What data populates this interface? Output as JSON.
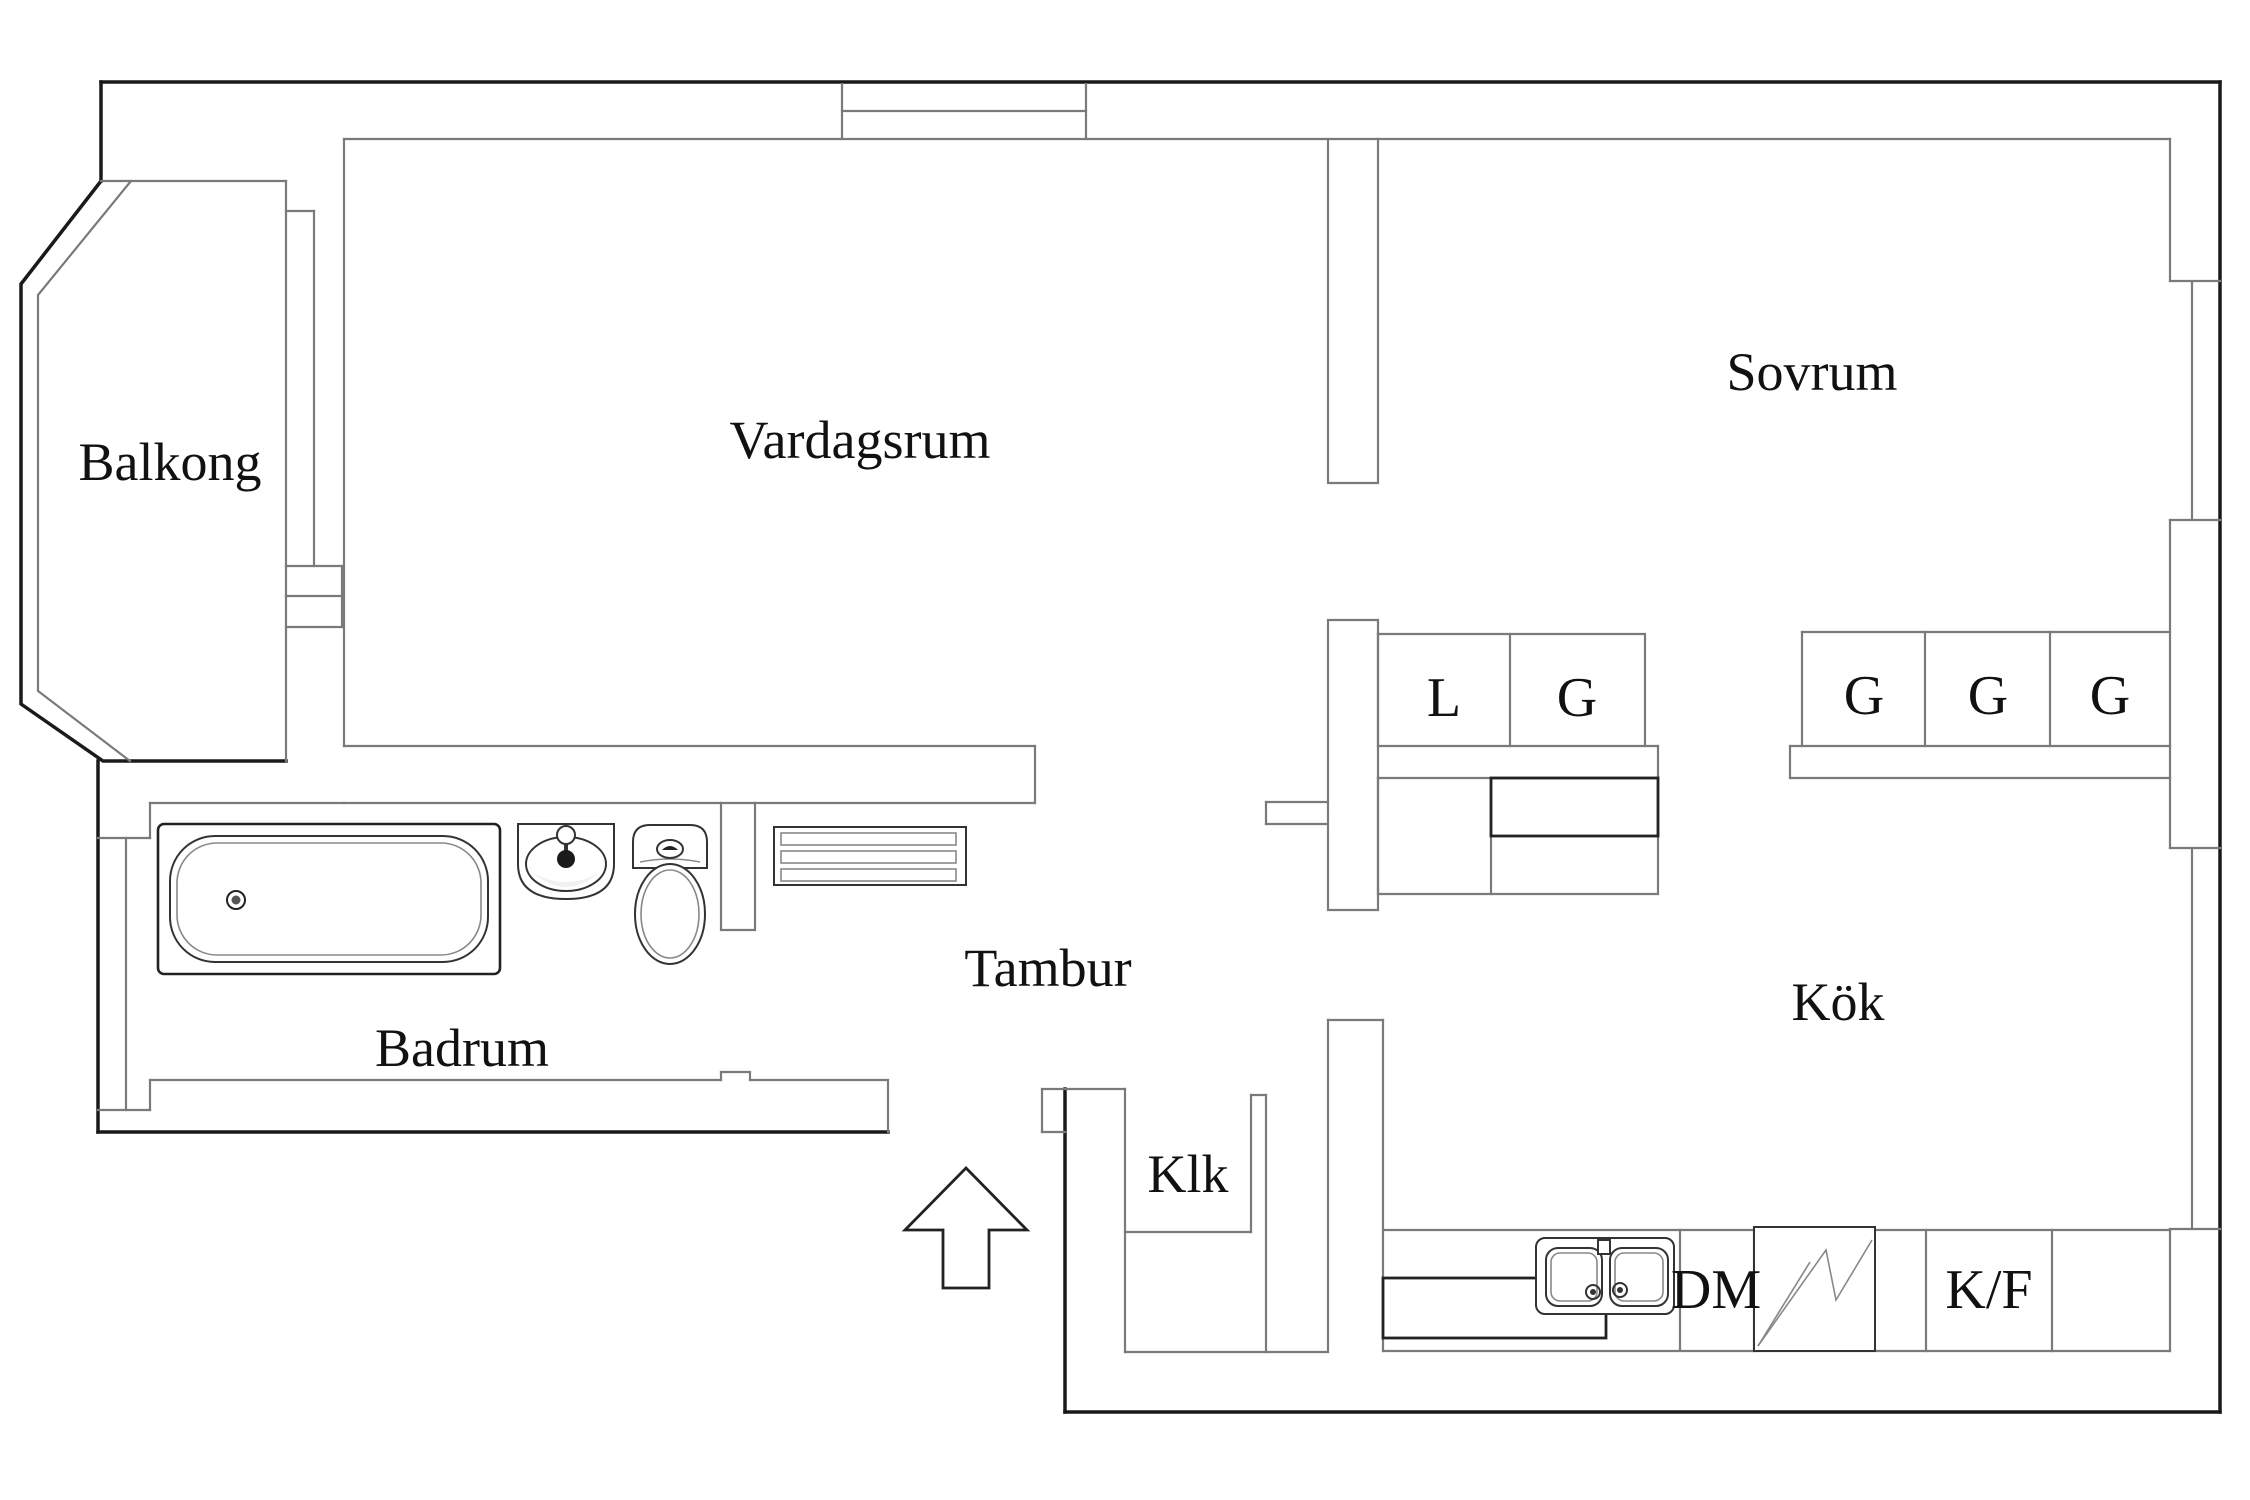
{
  "plan": {
    "type": "apartment-floor-plan",
    "language": "Swedish",
    "background_color": "#ffffff",
    "wall_color": "#1a1a1a",
    "interior_line_color": "#7a7a7a",
    "text_color": "#111111"
  },
  "rooms": {
    "balkong": {
      "label": "Balkong"
    },
    "vardagsrum": {
      "label": "Vardagsrum"
    },
    "sovrum": {
      "label": "Sovrum"
    },
    "tambur": {
      "label": "Tambur"
    },
    "badrum": {
      "label": "Badrum"
    },
    "klk": {
      "label": "Klk"
    },
    "kok": {
      "label": "Kök"
    }
  },
  "closets": {
    "linen_cabinet": {
      "label": "L"
    },
    "wardrobe_1": {
      "label": "G"
    },
    "wardrobe_2": {
      "label": "G"
    },
    "wardrobe_3": {
      "label": "G"
    },
    "wardrobe_4": {
      "label": "G"
    }
  },
  "appliances": {
    "dishwasher": {
      "label": "DM"
    },
    "fridge_freezer": {
      "label": "K/F"
    }
  },
  "fixtures": [
    "bathtub-icon",
    "washbasin-icon",
    "toilet-icon",
    "radiator-icon",
    "kitchen-sink-icon",
    "stove-lightning-icon",
    "entrance-arrow-icon"
  ]
}
